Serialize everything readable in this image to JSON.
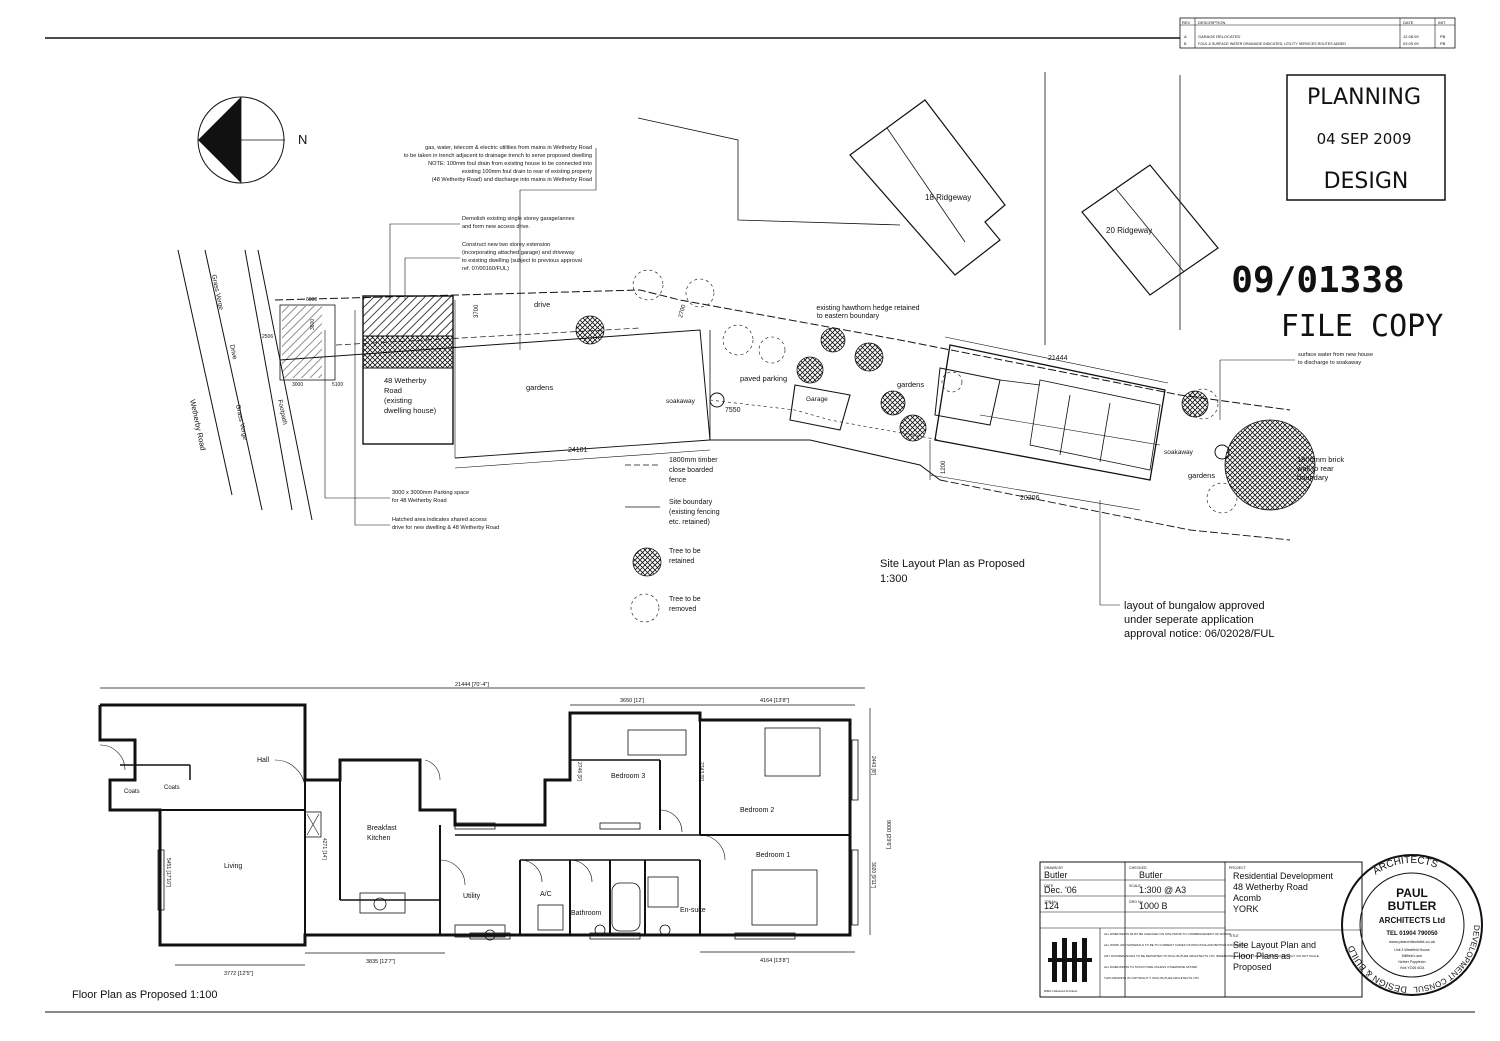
{
  "revisions": {
    "headers": [
      "REV",
      "DESCRIPTION",
      "DATE",
      "INIT"
    ],
    "rows": [
      {
        "rev": "A",
        "description": "GARAGE RELOCATED",
        "date": "12.08.09",
        "init": "PB"
      },
      {
        "rev": "B",
        "description": "FOUL & SURFACE WATER DRAINAGE INDICATED; UTILITY SERVICES ROUTES ADDED",
        "date": "03.09.09",
        "init": "PB"
      }
    ]
  },
  "stamp": {
    "top": "PLANNING",
    "date": "04 SEP 2009",
    "bottom": "DESIGN"
  },
  "application": {
    "number": "09/01338",
    "file_copy": "FILE COPY"
  },
  "north": {
    "label": "N"
  },
  "site_notes": {
    "utilities": [
      "gas, water, telecom & electric utilities from mains in Wetherby Road",
      "to be taken in trench adjacent to drainage trench to serve proposed dwelling",
      "NOTE: 100mm foul drain from existing house to be connected into",
      "existing 100mm foul drain to rear of existing property",
      "(48 Wetherby Road) and discharge into mains in Wetherby Road"
    ],
    "demolish": [
      "Demolish existing single storey garage/annex",
      "and form new access drive."
    ],
    "construct": [
      "Construct new two storey extension",
      "(incorporating attached garage) and driveway",
      "to existing dwelling (subject to previous approval",
      "ref. 07/00160/FUL)"
    ],
    "parking": [
      "3000 x 3000mm Parking space",
      "for 48 Wetherby Road"
    ],
    "hatched": [
      "Hatched area indicates shared access",
      "drive for new dwelling & 48 Wetherby Road"
    ],
    "hedge": [
      "existing hawthorn hedge retained",
      "to eastern boundary"
    ],
    "surface_water": [
      "surface water from new house",
      "to discharge to soakaway"
    ],
    "brick_wall": [
      "1800mm brick",
      "wall to rear",
      "boundary"
    ],
    "bungalow": [
      "layout of bungalow approved",
      "under seperate application",
      "approval notice: 06/02028/FUL"
    ]
  },
  "site_labels": {
    "ridgeway_18": "18 Ridgeway",
    "ridgeway_20": "20 Ridgeway",
    "grass_verge": "Grass Verge",
    "drive_road": "Drive",
    "footpath": "Footpath",
    "wetherby_road": "Wetherby Road",
    "existing_house": [
      "48 Wetherby",
      "Road",
      "(existing",
      "dwelling house)"
    ],
    "drive": "drive",
    "gardens": "gardens",
    "paved_parking": "paved parking",
    "garage": "Garage",
    "soakaway": "soakaway",
    "dims": {
      "d21444": "21444",
      "d24101": "24101",
      "d20206": "20206",
      "d7550": "7550",
      "d3700": "3700",
      "d2700": "2700",
      "d1200": "1200",
      "d3000": "3000",
      "d6000": "6000",
      "d2506": "2506",
      "d5100": "5100",
      "d3600": "3600"
    }
  },
  "legend": {
    "fence": [
      "1800mm timber",
      "close boarded",
      "fence"
    ],
    "boundary": [
      "Site boundary",
      "(existing fencing",
      "etc. retained)"
    ],
    "retained": [
      "Tree to be",
      "retained"
    ],
    "removed": [
      "Tree to be",
      "removed"
    ]
  },
  "site_plan_title": {
    "title": "Site Layout Plan as Proposed",
    "scale": "1:300"
  },
  "floor_plan": {
    "title": "Floor Plan as Proposed 1:100",
    "overall": "21444 [70'-4\"]",
    "rooms": {
      "hall": "Hall",
      "coats1": "Coats",
      "coats2": "Coats",
      "living": "Living",
      "breakfast": "Breakfast",
      "kitchen": "Kitchen",
      "utility": "Utility",
      "ac": "A/C",
      "bathroom": "Bathroom",
      "ensuite": "En-suite",
      "bed1": "Bedroom 1",
      "bed2": "Bedroom 2",
      "bed3": "Bedroom 3"
    },
    "dims": {
      "d3650": "3650 [12']",
      "d4164a": "4164 [13'8\"]",
      "d3772": "3772 [12'5\"]",
      "d3835": "3835 [12'7\"]",
      "d4164b": "4164 [13'8\"]",
      "v9000": "9000 [29'6\"]",
      "v5451": "5451 [17'10\"]",
      "v2443": "2443 [8']",
      "v2746": "2746 [9']",
      "v2743": "2743 [9']",
      "v3020": "3020 [9'11\"]",
      "v4271": "4271 [14']"
    }
  },
  "title_block": {
    "drawn_by_label": "DRAWN BY",
    "drawn_by": "Butler",
    "checked_label": "CHECKED",
    "checked": "Butler",
    "date_label": "DATE",
    "date": "Dec. '06",
    "scale_label": "SCALE",
    "scale": "1:300 @ A3",
    "job_label": "JOB No.",
    "job": "124",
    "drg_label": "DRG No.",
    "drg": "1000 B",
    "project_label": "PROJECT",
    "project": [
      "Residential Development",
      "48 Wetherby Road",
      "Acomb",
      "YORK"
    ],
    "title_label": "TITLE",
    "title": [
      "Site Layout Plan and",
      "Floor Plans as",
      "Proposed"
    ],
    "notes": [
      "ALL DIMENSIONS MUST BE CHECKED ON SITE PRIOR TO COMMENCEMENT OF WORKS",
      "ALL WORK AND MATERIALS TO BE TO CURRENT CODES OF PRACTICE AND BRITISH STANDARDS",
      "ANY DISCREPANCIES TO BE REPORTED TO PAUL BUTLER ARCHITECTS LTD. IMMEDIATELY. REFER TO FIGURED DIMENSIONS ONLY. DO NOT SCALE",
      "ALL DIMENSIONS TO STRUCTURE UNLESS OTHERWISE STATED",
      "THIS DRAWING IS COPYRIGHT © PAUL BUTLER ARCHITECTS LTD."
    ],
    "riba": "RIBA Chartered Architect"
  },
  "firm": {
    "ring_left": "DESIGN & BUILD",
    "ring_top": "ARCHITECTS",
    "ring_right": "DEVELOPMENT CONSULTANTS",
    "name1": "PAUL",
    "name2": "BUTLER",
    "name3": "ARCHITECTS Ltd",
    "tel": "TEL 01904 790050",
    "web": "www.pbarchitectsltd.co.uk",
    "address": [
      "Unit 3 Westfield House",
      "Millfield Lane",
      "Nether Poppleton",
      "York YO26 6GA"
    ]
  }
}
